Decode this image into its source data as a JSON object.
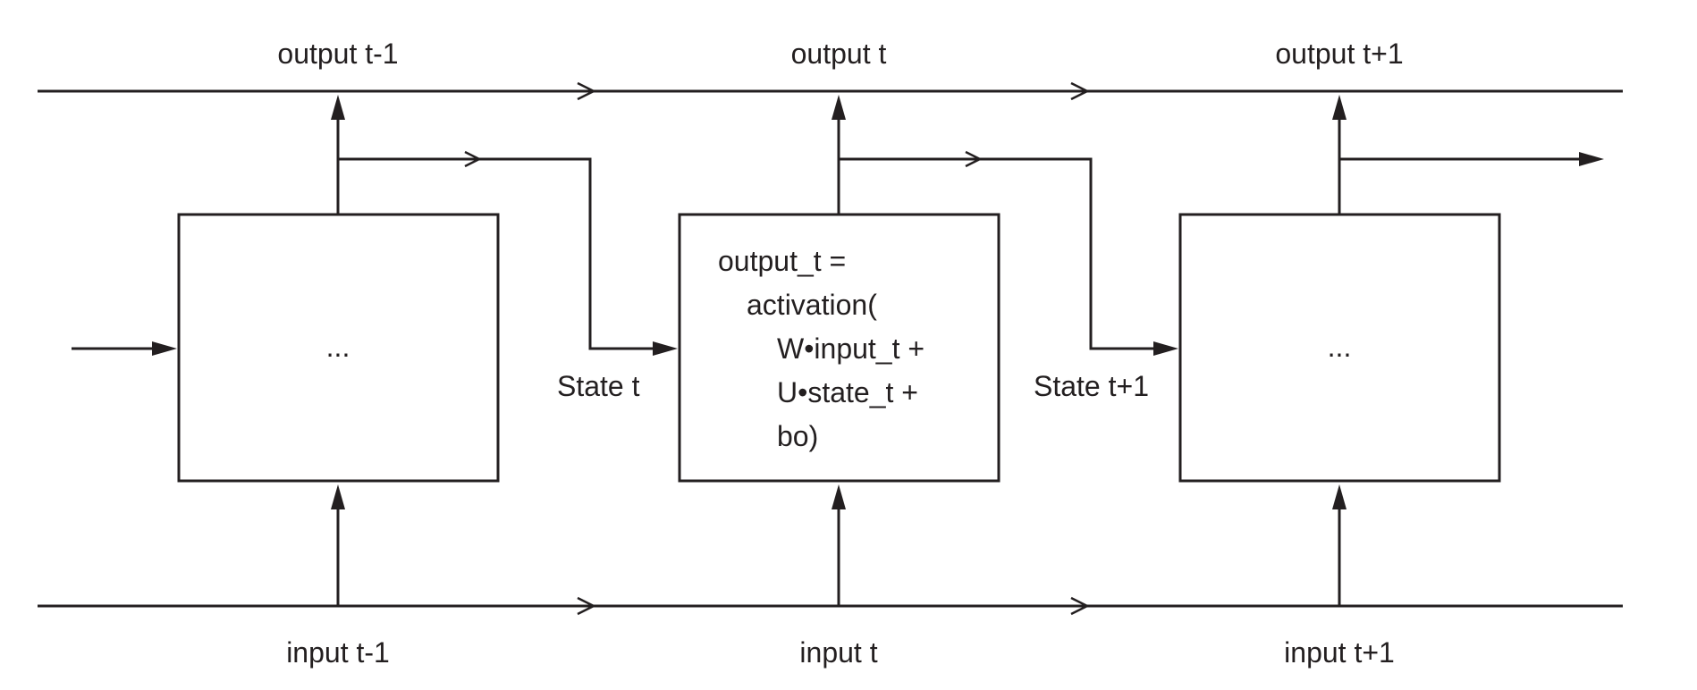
{
  "outputs": [
    "output t-1",
    "output t",
    "output t+1"
  ],
  "inputs": [
    "input t-1",
    "input t",
    "input t+1"
  ],
  "states": [
    "State t",
    "State t+1"
  ],
  "cells": {
    "first": "...",
    "middle": [
      "output_t =",
      "activation(",
      "W•input_t +",
      "U•state_t +",
      "bo)"
    ],
    "last": "..."
  }
}
